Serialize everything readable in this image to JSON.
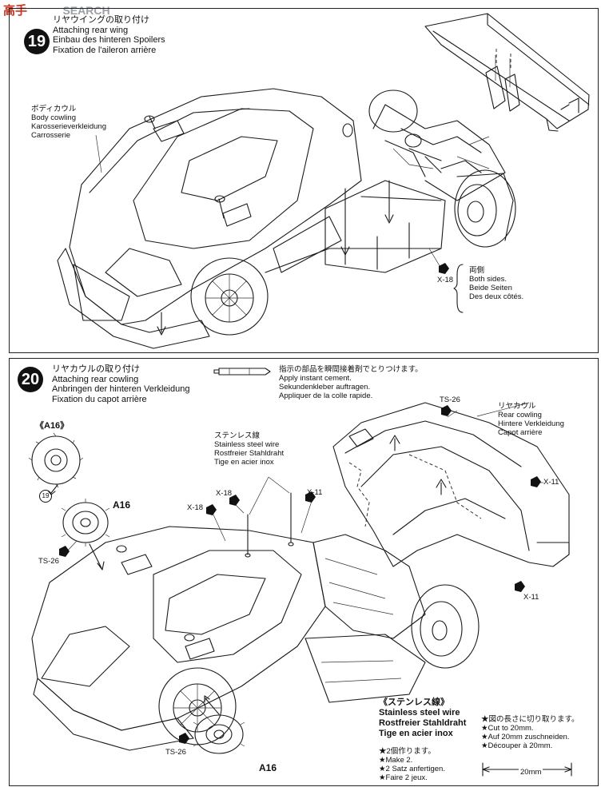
{
  "watermark": {
    "cn": "高手",
    "en": "SEARCH"
  },
  "step19": {
    "number": "19",
    "title": [
      "リヤウイングの取り付け",
      "Attaching rear wing",
      "Einbau des hinteren Spoilers",
      "Fixation de l'aileron arrière"
    ],
    "body_label": [
      "ボディカウル",
      "Body cowling",
      "Karosserieverkleidung",
      "Carrosserie"
    ],
    "screw_label": "X-18",
    "both_sides": [
      "両側",
      "Both sides.",
      "Beide Seiten",
      "Des deux côtés."
    ]
  },
  "step20": {
    "number": "20",
    "title": [
      "リヤカウルの取り付け",
      "Attaching rear cowling",
      "Anbringen der hinteren Verkleidung",
      "Fixation du capot arrière"
    ],
    "cement": [
      "指示の部品を瞬間接着剤でとりつけます。",
      "Apply instant cement.",
      "Sekundenkleber auftragen.",
      "Appliquer de la colle rapide."
    ],
    "rear_cowling": [
      "リヤカウル",
      "Rear cowling",
      "Hintere Verkleidung",
      "Capot arrière"
    ],
    "steel_wire": [
      "ステンレス線",
      "Stainless steel wire",
      "Rostfreier Stahldraht",
      "Tige en acier inox"
    ],
    "part_A16_box": "《A16》",
    "circle19": "19",
    "labels": {
      "ts26_top": "TS-26",
      "x11_right": "X-11",
      "x18_a": "X-18",
      "x11_a": "X-11",
      "x18_b": "X-18",
      "a16_mid": "A16",
      "ts26_left": "TS-26",
      "x11_bottom": "X-11",
      "ts26_bottom": "TS-26",
      "a16_bottom": "A16"
    },
    "wire_box": [
      "《ステンレス線》",
      "Stainless steel wire",
      "Rostfreier Stahldraht",
      "Tige en acier inox"
    ],
    "make2": [
      "★2個作ります。",
      "★Make 2.",
      "★2 Satz anfertigen.",
      "★Faire 2 jeux."
    ],
    "cut": [
      "★図の長さに切り取ります。",
      "★Cut to 20mm.",
      "★Auf 20mm zuschneiden.",
      "★Découper à 20mm."
    ],
    "dimension": "20mm"
  }
}
